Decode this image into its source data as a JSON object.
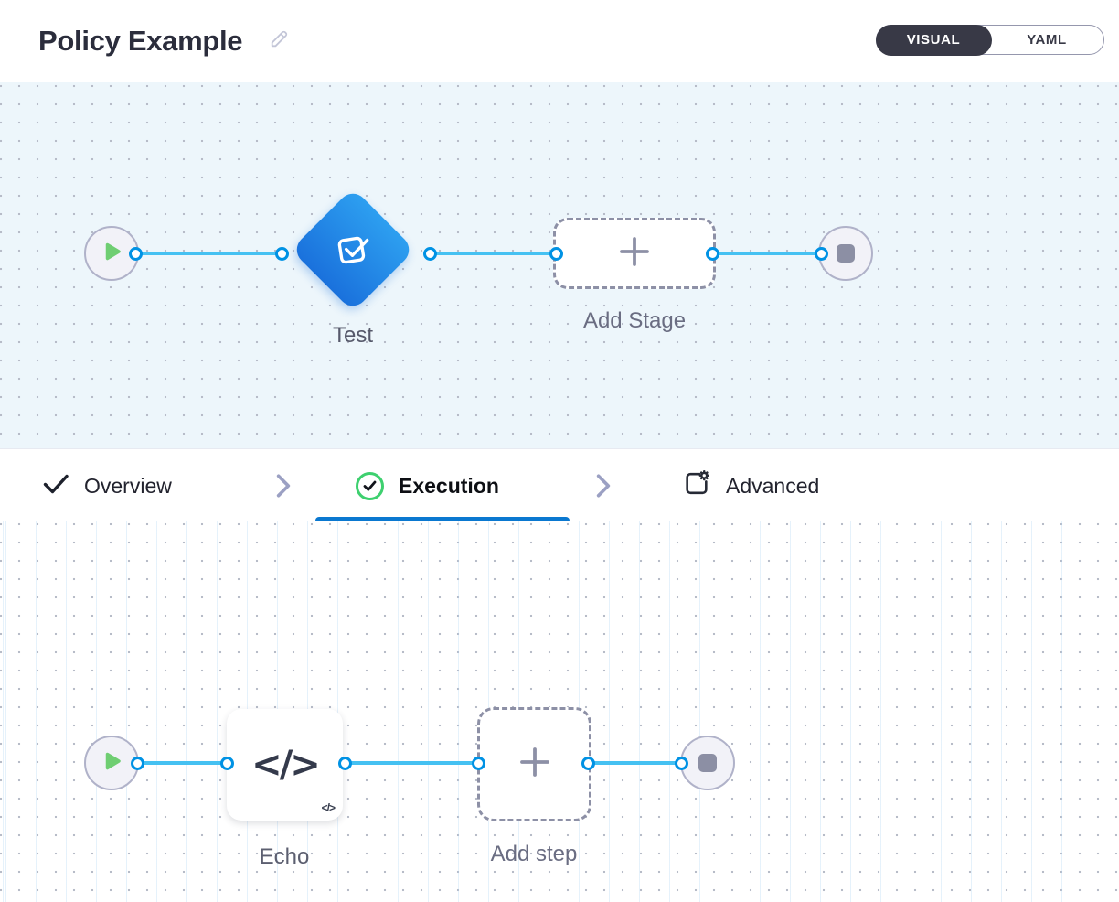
{
  "header": {
    "title": "Policy Example",
    "view_toggle": {
      "options": [
        "VISUAL",
        "YAML"
      ],
      "selected": "VISUAL"
    }
  },
  "pipeline_canvas": {
    "nodes": [
      {
        "id": "start",
        "type": "start",
        "icon": "play-icon"
      },
      {
        "id": "test-stage",
        "type": "stage",
        "icon": "policy-check-icon",
        "label": "Test"
      },
      {
        "id": "add-stage",
        "type": "add-placeholder",
        "icon": "plus-icon",
        "label": "Add Stage"
      },
      {
        "id": "end",
        "type": "stop",
        "icon": "stop-icon"
      }
    ]
  },
  "stage_tabs": [
    {
      "label": "Overview",
      "icon": "check-icon",
      "status": "completed",
      "active": false
    },
    {
      "label": "Execution",
      "icon": "check-circle-icon",
      "status": "completed",
      "active": true
    },
    {
      "label": "Advanced",
      "icon": "advanced-settings-icon",
      "status": "none",
      "active": false
    }
  ],
  "execution_canvas": {
    "nodes": [
      {
        "id": "start",
        "type": "start",
        "icon": "play-icon"
      },
      {
        "id": "echo-step",
        "type": "step",
        "icon": "code-icon",
        "label": "Echo"
      },
      {
        "id": "add-step",
        "type": "add-placeholder",
        "icon": "plus-icon",
        "label": "Add step"
      },
      {
        "id": "end",
        "type": "stop",
        "icon": "stop-icon"
      }
    ]
  },
  "colors": {
    "accent_blue": "#0a78d0",
    "connector_blue": "#45c1f2",
    "endpoint_blue": "#0092e4",
    "stage_blue_top": "#2d9ff0",
    "stage_blue_bottom": "#1a71dc",
    "success_green": "#3ed06f",
    "play_green": "#6fce72",
    "toggle_dark": "#383946",
    "canvas_blue_bg": "#edf6fb"
  }
}
